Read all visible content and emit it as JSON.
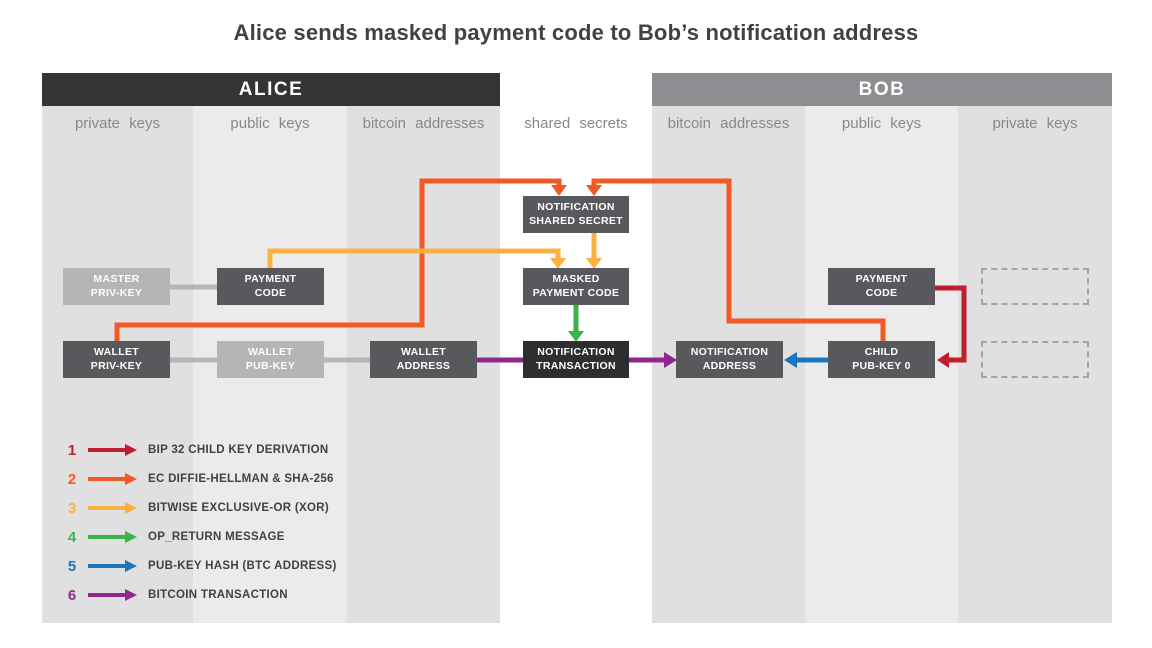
{
  "title": "Alice sends masked payment code to Bob’s notification address",
  "alice": {
    "header": "ALICE",
    "columns": [
      "private keys",
      "public keys",
      "bitcoin addresses"
    ]
  },
  "middle": {
    "label": "shared secrets"
  },
  "bob": {
    "header": "BOB",
    "columns": [
      "bitcoin addresses",
      "public keys",
      "private keys"
    ]
  },
  "colors": {
    "red": "#be1e2d",
    "orange": "#f15a24",
    "amber": "#fbb040",
    "green": "#39b54a",
    "blue": "#1c75bc",
    "purple": "#92278f",
    "connector": "#b5b6b8",
    "dark_box": "#58595c",
    "light_box": "#b3b5b7",
    "black_box": "#2d2e30"
  },
  "boxes": {
    "master_priv_key": {
      "line1": "MASTER",
      "line2": "PRIV-KEY"
    },
    "payment_code_alice": {
      "line1": "PAYMENT",
      "line2": "CODE"
    },
    "wallet_priv_key": {
      "line1": "WALLET",
      "line2": "PRIV-KEY"
    },
    "wallet_pub_key": {
      "line1": "WALLET",
      "line2": "PUB-KEY"
    },
    "wallet_address": {
      "line1": "WALLET",
      "line2": "ADDRESS"
    },
    "notification_shared_secret": {
      "line1": "NOTIFICATION",
      "line2": "SHARED SECRET"
    },
    "masked_payment_code": {
      "line1": "MASKED",
      "line2": "PAYMENT CODE"
    },
    "notification_transaction": {
      "line1": "NOTIFICATION",
      "line2": "TRANSACTION"
    },
    "notification_address": {
      "line1": "NOTIFICATION",
      "line2": "ADDRESS"
    },
    "child_pub_key_0": {
      "line1": "CHILD",
      "line2": "PUB-KEY 0"
    },
    "payment_code_bob": {
      "line1": "PAYMENT",
      "line2": "CODE"
    }
  },
  "legend": [
    {
      "num": "1",
      "label": "BIP 32 CHILD KEY DERIVATION",
      "color": "#be1e2d"
    },
    {
      "num": "2",
      "label": "EC DIFFIE-HELLMAN & SHA-256",
      "color": "#f15a24"
    },
    {
      "num": "3",
      "label": "BITWISE EXCLUSIVE-OR (XOR)",
      "color": "#fbb040"
    },
    {
      "num": "4",
      "label": "OP_RETURN MESSAGE",
      "color": "#39b54a"
    },
    {
      "num": "5",
      "label": "PUB-KEY HASH (BTC ADDRESS)",
      "color": "#1c75bc"
    },
    {
      "num": "6",
      "label": "BITCOIN TRANSACTION",
      "color": "#92278f"
    }
  ]
}
